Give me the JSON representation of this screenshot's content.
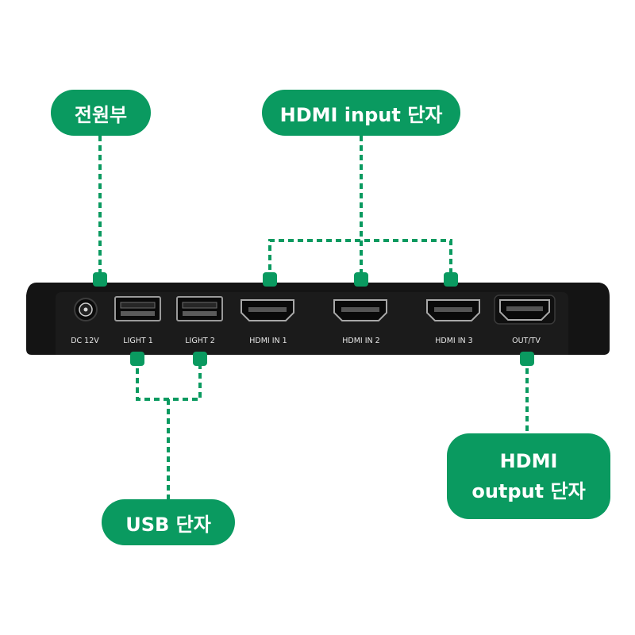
{
  "callouts": {
    "power": "전원부",
    "hdmi_input": "HDMI input 단자",
    "usb": "USB 단자",
    "hdmi_output_line1": "HDMI",
    "hdmi_output_line2": "output 단자"
  },
  "ports": {
    "dc": "DC 12V",
    "light1": "LIGHT 1",
    "light2": "LIGHT 2",
    "hdmi_in1": "HDMI IN 1",
    "hdmi_in2": "HDMI IN 2",
    "hdmi_in3": "HDMI IN 3",
    "out_tv": "OUT/TV"
  },
  "colors": {
    "accent": "#0a9a60",
    "device_body": "#141414",
    "background": "#ffffff"
  }
}
